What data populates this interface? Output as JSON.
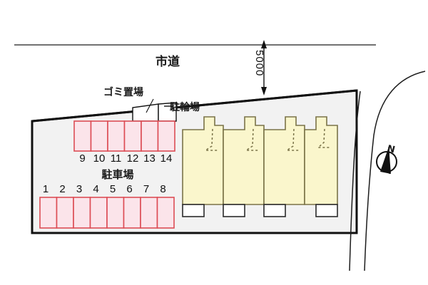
{
  "drawing": {
    "type": "site-plan",
    "title_labels": {
      "city_road": "市道",
      "trash_area": "ゴミ置場",
      "bicycle_parking": "駐輪場",
      "parking_lot": "駐車場"
    },
    "dimension": {
      "value": "5000",
      "orientation": "vertical",
      "arrow": "double-headed"
    },
    "compass": {
      "label": "N",
      "direction": "north-up"
    },
    "parking": {
      "upper_row": {
        "label": "駐車場",
        "stalls": [
          "9",
          "10",
          "11",
          "12",
          "13",
          "14"
        ]
      },
      "lower_row": {
        "label": "駐車場",
        "stalls": [
          "1",
          "2",
          "3",
          "4",
          "5",
          "6",
          "7",
          "8"
        ]
      }
    },
    "building": {
      "units": 4,
      "unit_labels": [
        "",
        "",
        "",
        ""
      ]
    },
    "colors": {
      "site_fill": "#f2f2f2",
      "site_outline": "#111111",
      "stall_fill": "#fbe4ea",
      "stall_stroke": "#dd4d55",
      "building_fill": "#faf6cc",
      "building_stroke": "#7a7348",
      "entry_fill": "#ffffff",
      "road_line": "#333333",
      "text": "#111111"
    }
  }
}
